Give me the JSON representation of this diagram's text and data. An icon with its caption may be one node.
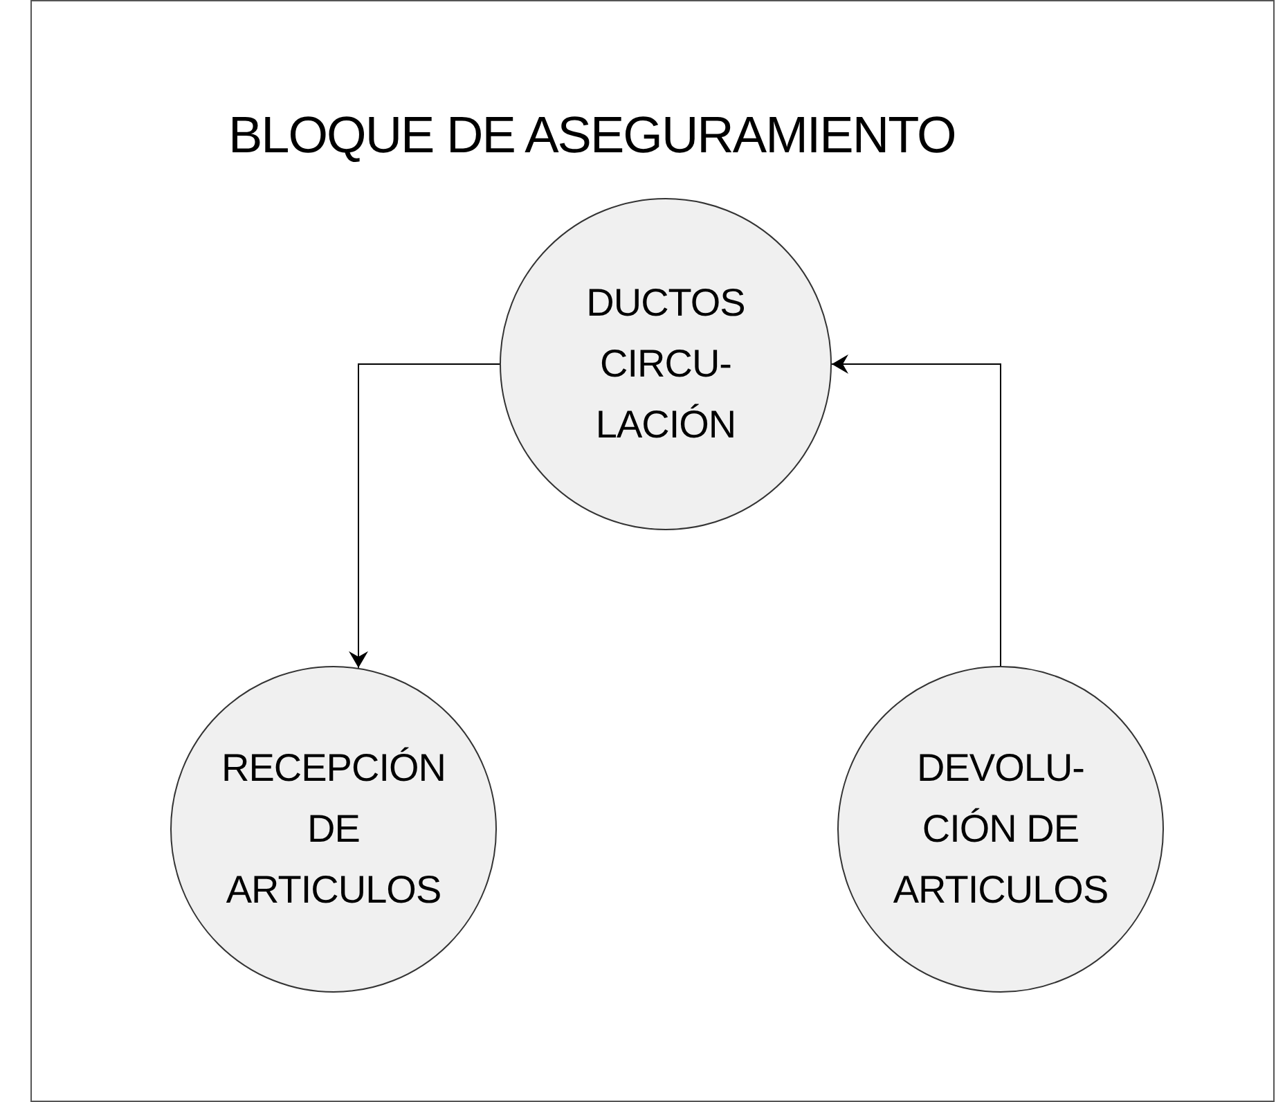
{
  "diagram": {
    "nodes": [
      {
        "text": [
          "BLOQUE DE ASEGURAMIENTO"
        ]
      },
      {
        "text": [
          "DUCTOS CIRCU- LACIÓN"
        ],
        "in": 0
      },
      {
        "text": [
          "RECEPCIÓN DE ARTICULOS"
        ],
        "in": 0
      },
      {
        "text": [
          "DEVOLU- CIÓN DE ARTICULOS"
        ],
        "in": 0
      }
    ],
    "edges": [
      {
        "from": 1,
        "to": 2,
        "arrow": "to"
      },
      {
        "from": 3,
        "to": 1,
        "arrow": "to"
      }
    ]
  }
}
